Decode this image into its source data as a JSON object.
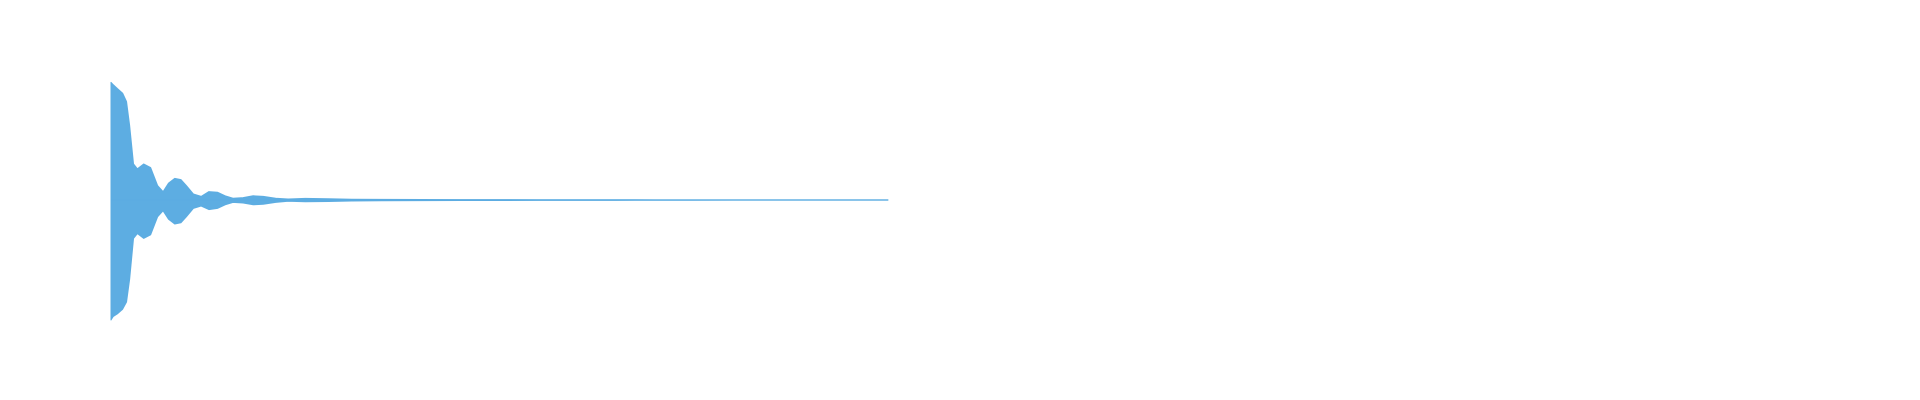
{
  "chart_data": {
    "type": "area",
    "title": "",
    "xlabel": "",
    "ylabel": "",
    "grid": false,
    "legend": "none",
    "color": "#5dade2",
    "xlim": [
      0,
      1
    ],
    "ylim": [
      -1,
      1
    ],
    "series": [
      {
        "x": [
          0.0,
          0.003,
          0.008,
          0.015,
          0.02,
          0.024,
          0.029,
          0.034,
          0.042,
          0.051,
          0.06,
          0.067,
          0.074,
          0.082,
          0.09,
          0.097,
          0.106,
          0.116,
          0.126,
          0.137,
          0.147,
          0.157,
          0.17,
          0.183,
          0.196,
          0.212,
          0.228,
          0.25,
          0.28,
          0.31,
          0.35,
          0.4,
          0.45,
          0.5,
          0.55,
          0.6,
          0.65,
          0.7,
          0.75,
          0.8,
          0.85,
          0.9,
          0.95,
          1.0
        ],
        "upper": [
          0.98,
          0.96,
          0.93,
          0.89,
          0.82,
          0.62,
          0.3,
          0.26,
          0.3,
          0.27,
          0.12,
          0.07,
          0.14,
          0.18,
          0.17,
          0.12,
          0.05,
          0.03,
          0.07,
          0.065,
          0.035,
          0.015,
          0.02,
          0.035,
          0.03,
          0.015,
          0.008,
          0.014,
          0.01,
          0.006,
          0.005,
          0.004,
          0.003,
          0.003,
          0.002,
          0.002,
          0.002,
          0.0015,
          0.0015,
          0.001,
          0.001,
          0.001,
          0.001,
          0.001
        ],
        "lower": [
          -1.0,
          -0.97,
          -0.95,
          -0.91,
          -0.85,
          -0.66,
          -0.32,
          -0.28,
          -0.32,
          -0.29,
          -0.14,
          -0.09,
          -0.16,
          -0.2,
          -0.19,
          -0.14,
          -0.07,
          -0.05,
          -0.08,
          -0.07,
          -0.04,
          -0.02,
          -0.025,
          -0.04,
          -0.035,
          -0.02,
          -0.01,
          -0.015,
          -0.012,
          -0.008,
          -0.006,
          -0.005,
          -0.004,
          -0.004,
          -0.003,
          -0.003,
          -0.003,
          -0.002,
          -0.002,
          -0.0015,
          -0.0015,
          -0.0015,
          -0.0015,
          -0.0015
        ]
      }
    ]
  }
}
